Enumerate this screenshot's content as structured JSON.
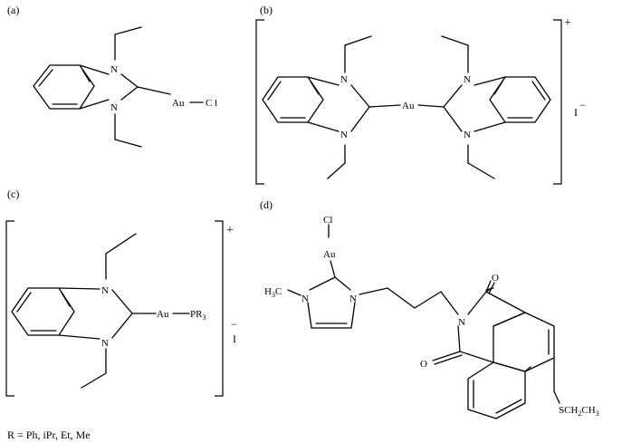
{
  "figure": {
    "panels": {
      "a": {
        "label": "(a)",
        "atoms": {
          "n1": "N",
          "n2": "N",
          "au": "Au",
          "cl": "C l"
        }
      },
      "b": {
        "label": "(b)",
        "atoms": {
          "n1": "N",
          "n2": "N",
          "n3": "N",
          "n4": "N",
          "au": "Au"
        },
        "charge": "+",
        "counterion": "I",
        "counterion_charge": "−"
      },
      "c": {
        "label": "(c)",
        "atoms": {
          "n1": "N",
          "n2": "N",
          "au": "Au",
          "pr": "PR",
          "pr_sub": "3"
        },
        "charge": "+",
        "counterion": "I",
        "counterion_charge": "−"
      },
      "d": {
        "label": "(d)",
        "atoms": {
          "cl": "Cl",
          "au": "Au",
          "n_methyl": "N",
          "n_propyl": "N",
          "n_imide": "N",
          "o_top": "O",
          "o_bottom": "O",
          "h3c": "H",
          "h3c_sub": "3",
          "h3c_c": "C",
          "s_group": "SCH",
          "s_sub1": "2",
          "s_mid": "CH",
          "s_sub2": "3"
        }
      }
    },
    "footnote": "R = Ph, iPr, Et, Me"
  }
}
